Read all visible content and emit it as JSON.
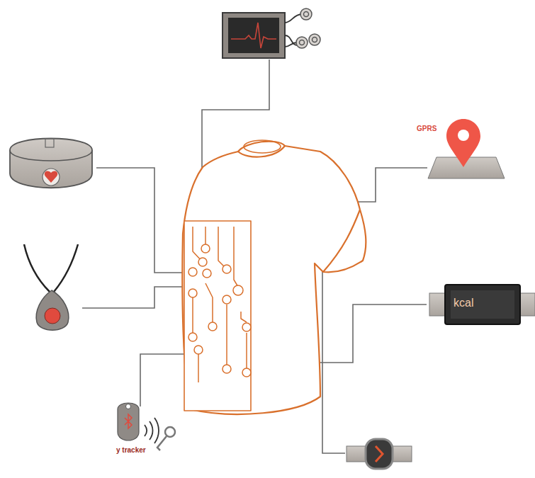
{
  "diagram": {
    "labels": [
      "GPRS",
      "kcal",
      "y tracker"
    ]
  }
}
